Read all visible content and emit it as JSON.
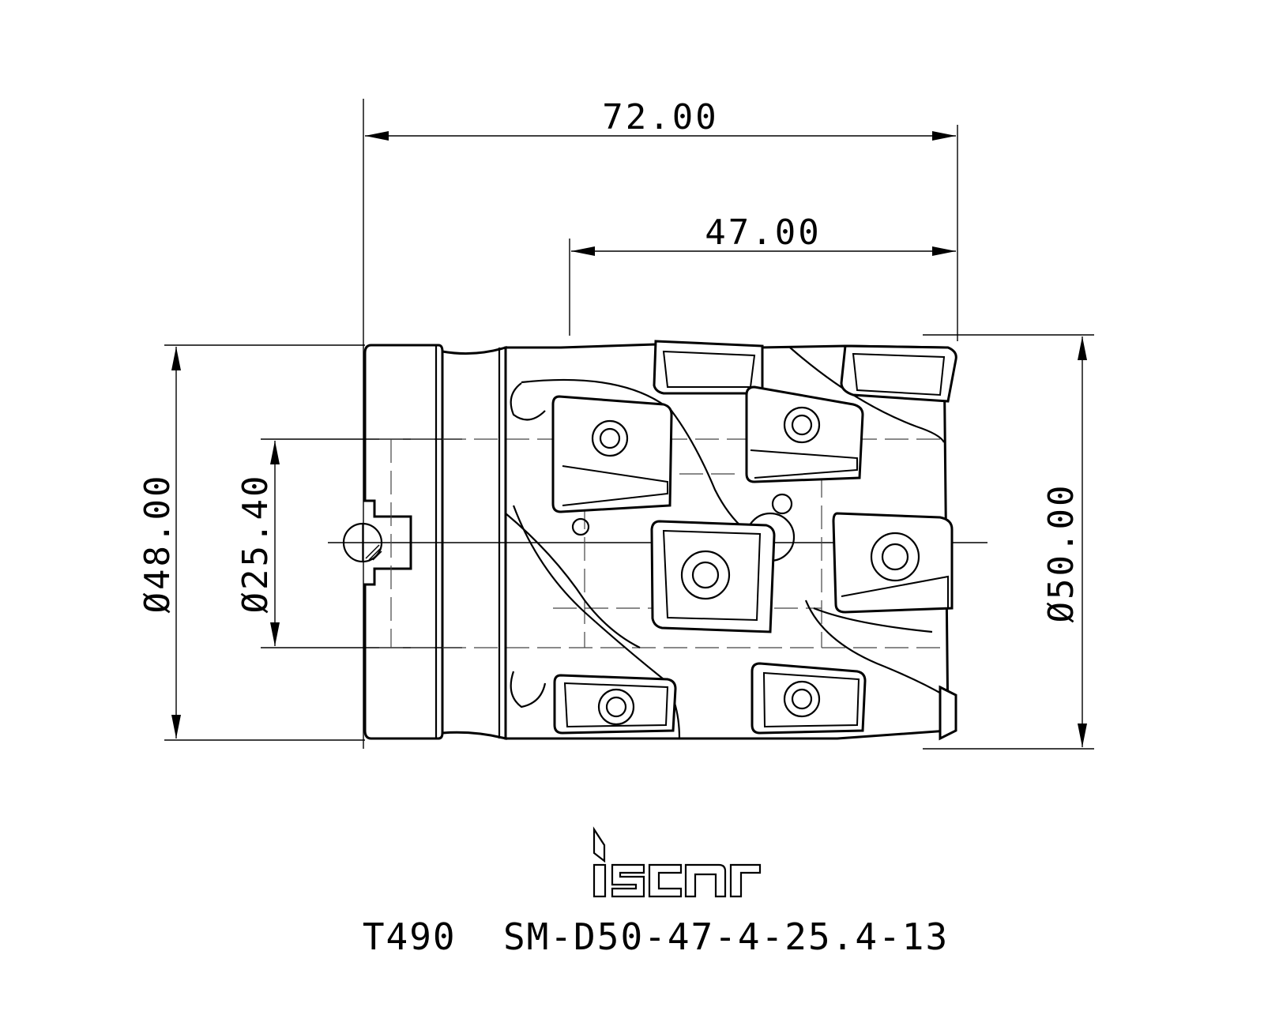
{
  "dimensions": {
    "overall_length": "72.00",
    "cutting_length": "47.00",
    "shank_diameter": "Ø48.00",
    "bore_diameter": "Ø25.40",
    "cutting_diameter": "Ø50.00"
  },
  "logo": {
    "text": "iscar"
  },
  "designation": "T490  SM-D50-47-4-25.4-13"
}
